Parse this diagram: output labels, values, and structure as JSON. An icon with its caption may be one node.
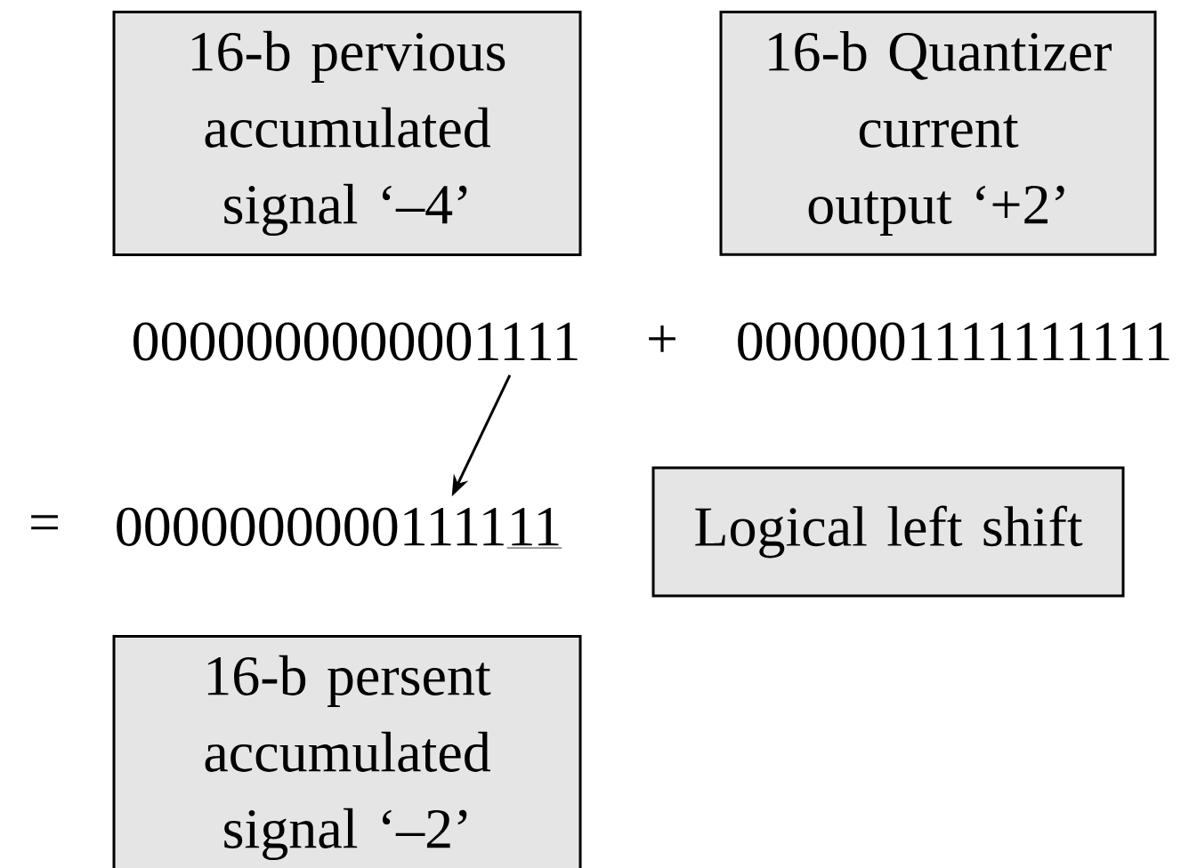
{
  "diagram": {
    "nodes": [
      {
        "text": [
          "16-b pervious accumulated signal ‘–4’"
        ]
      },
      {
        "text": [
          "16-b Quantizer current output ‘+2’"
        ]
      },
      {
        "text": [
          "0000000000001111"
        ]
      },
      {
        "text": [
          "00000000001111",
          "11"
        ]
      },
      {
        "text": [
          "Logical left shift"
        ]
      },
      {
        "text": [
          "16-b persent accumulated signal ‘–2’"
        ]
      }
    ],
    "edges": [
      {
        "from": 2,
        "to": 3,
        "arrow": "to"
      }
    ],
    "labels": [
      "+",
      "0000001111111111",
      "="
    ]
  }
}
